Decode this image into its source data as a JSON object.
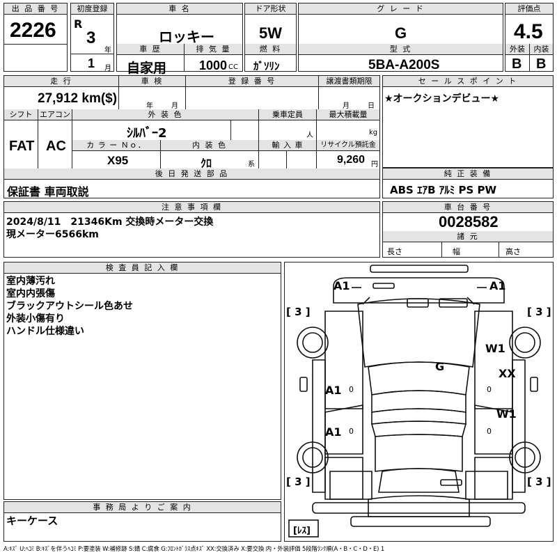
{
  "header": {
    "lot_label": "出 品 番 号",
    "lot_no": "2226",
    "first_reg_label": "初度登録",
    "era": "R",
    "year": "3",
    "year_unit": "年",
    "month": "1",
    "month_unit": "月",
    "name_label": "車 名",
    "car_name": "ロッキー",
    "door_label": "ドア形状",
    "doors": "5W",
    "grade_label": "グ レ ー ド",
    "grade": "G",
    "score_label": "評価点",
    "score": "4.5",
    "history_label": "車 歴",
    "history": "自家用",
    "disp_label": "排 気 量",
    "displacement": "1000",
    "disp_unit": "CC",
    "fuel_label": "燃 料",
    "fuel": "ｶﾞｿﾘﾝ",
    "model_label": "型 式",
    "model": "5BA-A200S",
    "ext_label": "外装",
    "ext": "B",
    "int_label": "内装",
    "int": "B"
  },
  "row2": {
    "mileage_label": "走 行",
    "mileage": "27,912 km($)",
    "inspect_label": "車 検",
    "inspect_year": "年",
    "inspect_month": "月",
    "reg_label": "登 録 番 号",
    "transfer_label": "譲渡書類期限",
    "transfer_month": "月",
    "transfer_day": "日",
    "shift_label": "シフト",
    "shift": "FAT",
    "ac_label": "エアコン",
    "ac": "AC",
    "color_label": "外 装 色",
    "color": "ｼﾙﾊﾞｰ2",
    "cap_label": "乗車定員",
    "cap_unit": "人",
    "load_label": "最大積載量",
    "load_unit": "kg",
    "colorno_label": "カ ラ ー Ｎｏ．",
    "colorno": "X95",
    "intcolor_label": "内 装 色",
    "intcolor": "ｸﾛ",
    "intcolor_unit": "系",
    "import_label": "輸 入 車",
    "recycle_label": "リサイクル預託金",
    "recycle": "9,260",
    "recycle_unit": "円"
  },
  "sales": {
    "label": "セ ー ル ス ポ イ ン ト",
    "text": "★オークションデビュー★"
  },
  "later": {
    "label": "後 日 発 送 部 品",
    "text": "保証書 車両取説"
  },
  "equip": {
    "label": "純 正 装 備",
    "text": "ABS ｴｱB ｱﾙﾐ PS PW"
  },
  "caution": {
    "label": "注 意 事 項 欄",
    "line1": "2024/8/11　21346Km 交換時メーター交換",
    "line2": "現メーター6566km"
  },
  "chassis": {
    "label": "車 台 番 号",
    "number": "0028582",
    "dims_label": "諸 元",
    "length": "長さ",
    "width": "幅",
    "height": "高さ"
  },
  "inspector": {
    "label": "検 査 員 記 入 欄",
    "lines": [
      "室内薄汚れ",
      "室内内張傷",
      "ブラックアウトシール色あせ",
      "外装小傷有り",
      "ハンドル仕様違い"
    ]
  },
  "diagram": {
    "a1_fl": "A1",
    "a1_fr": "A1",
    "a1_l1": "A1",
    "a1_l2": "A1",
    "w1_a": "W1",
    "w1_b": "W1",
    "xx": "XX",
    "g": "G",
    "tire_fl": "[ 3 ]",
    "tire_fr": "[ 3 ]",
    "tire_rl": "[ 3 ]",
    "tire_rr": "[ 3 ]",
    "zero_1": "0",
    "zero_2": "0",
    "zero_3": "0",
    "zero_4": "0",
    "spare": "[ﾚｽ]"
  },
  "office": {
    "label": "事 務 局 よ り ご 案 内",
    "text": "キーケース"
  },
  "footer": "A:ｷｽﾞ U:ﾍｺﾐ B:ｷｽﾞを伴うﾍｺﾐ P:要塗装 W:補修跡 S:錆 C:腐食 G:ﾌﾛﾝﾄｶﾞﾗｽ点ｷｽﾞ XX:交換済み X:要交換 内・外装評価 5段階ﾗﾝｸ順(A・B・C・D・E) 1"
}
